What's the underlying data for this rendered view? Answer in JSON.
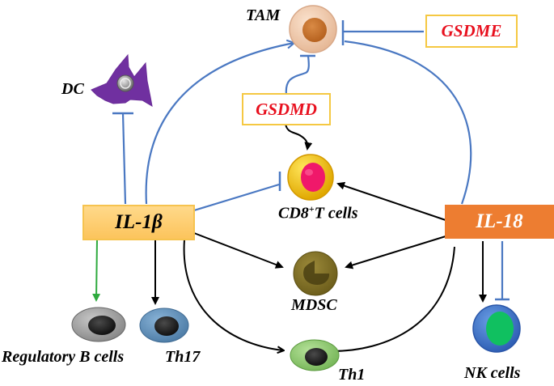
{
  "title": "IL-1β and IL-18 regulation of immune cells with GSDMD and GSDME",
  "colors": {
    "inhibition_line": "#4a78c2",
    "activation_arrow": "#000000",
    "regulatory_b_arrow": "#2eaa3e",
    "gsdm_text": "#e8101e",
    "gsdm_border": "#f5c842",
    "il1b_fill": "#fccf70",
    "il18_fill": "#ed7d31"
  },
  "cytokines": {
    "il1b": "IL-1β",
    "il18": "IL-18"
  },
  "gasdermins": {
    "gsdmd": "GSDMD",
    "gsdme": "GSDME"
  },
  "cells": {
    "tam": "TAM",
    "dc": "DC",
    "cd8_prefix": "CD8",
    "cd8_sup": "+",
    "cd8_suffix": "T cells",
    "mdsc": "MDSC",
    "regulatory_b": "Regulatory B cells",
    "th17": "Th17",
    "th1": "Th1",
    "nk": "NK cells"
  },
  "edges": [
    {
      "from": "IL-1β",
      "to": "TAM",
      "type": "activation"
    },
    {
      "from": "IL-1β",
      "to": "DC",
      "type": "inhibition"
    },
    {
      "from": "IL-1β",
      "to": "CD8+T cells",
      "type": "inhibition"
    },
    {
      "from": "IL-1β",
      "to": "MDSC",
      "type": "activation"
    },
    {
      "from": "IL-1β",
      "to": "Th1",
      "type": "activation"
    },
    {
      "from": "IL-1β",
      "to": "Th17",
      "type": "activation"
    },
    {
      "from": "IL-1β",
      "to": "Regulatory B cells",
      "type": "activation"
    },
    {
      "from": "IL-18",
      "to": "TAM",
      "type": "inhibition"
    },
    {
      "from": "IL-18",
      "to": "CD8+T cells",
      "type": "activation"
    },
    {
      "from": "IL-18",
      "to": "MDSC",
      "type": "activation"
    },
    {
      "from": "IL-18",
      "to": "Th1",
      "type": "activation"
    },
    {
      "from": "IL-18",
      "to": "NK cells",
      "type": "activation"
    },
    {
      "from": "IL-18",
      "to": "NK cells",
      "type": "inhibition"
    },
    {
      "from": "GSDMD",
      "to": "TAM",
      "type": "inhibition"
    },
    {
      "from": "GSDMD",
      "to": "CD8+T cells",
      "type": "activation"
    },
    {
      "from": "GSDME",
      "to": "TAM",
      "type": "inhibition"
    }
  ]
}
